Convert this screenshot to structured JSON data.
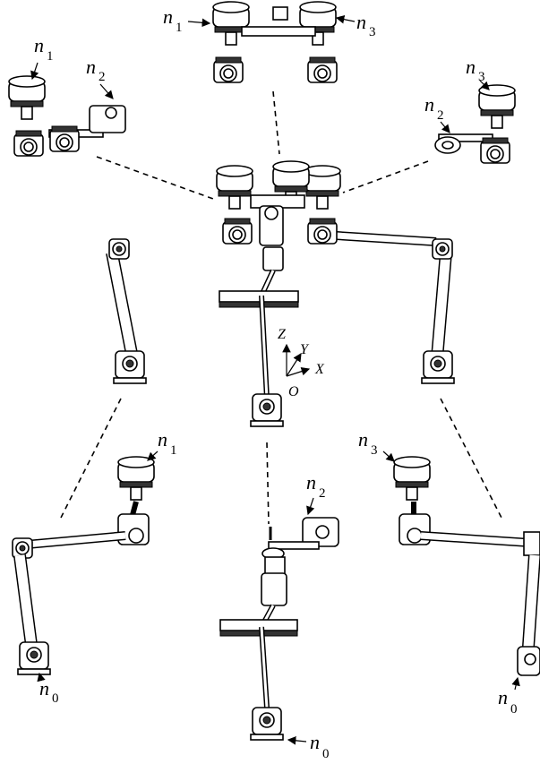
{
  "labels": {
    "top_n1": {
      "base": "n",
      "sub": "1"
    },
    "top_n3": {
      "base": "n",
      "sub": "3"
    },
    "tl_n1": {
      "base": "n",
      "sub": "1"
    },
    "tl_n2": {
      "base": "n",
      "sub": "2"
    },
    "tr_n3": {
      "base": "n",
      "sub": "3"
    },
    "tr_n2": {
      "base": "n",
      "sub": "2"
    },
    "bl_n1": {
      "base": "n",
      "sub": "1"
    },
    "bl_n0": {
      "base": "n",
      "sub": "0"
    },
    "bc_n2": {
      "base": "n",
      "sub": "2"
    },
    "bc_n0": {
      "base": "n",
      "sub": "0"
    },
    "br_n3": {
      "base": "n",
      "sub": "3"
    },
    "br_n0": {
      "base": "n",
      "sub": "0"
    }
  },
  "axes": {
    "z": "Z",
    "y": "Y",
    "x": "X",
    "origin": "O"
  }
}
